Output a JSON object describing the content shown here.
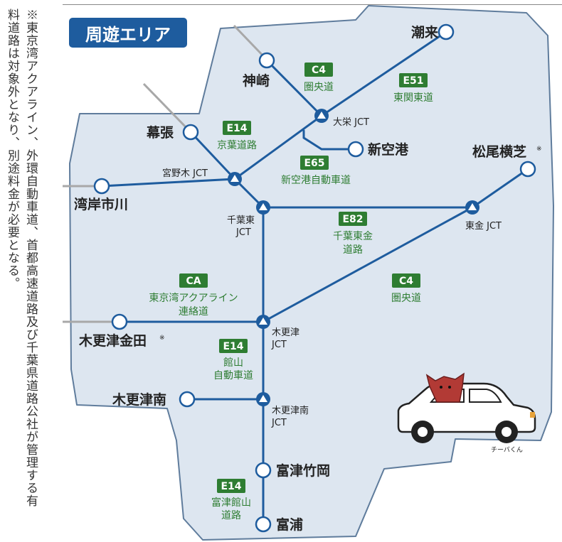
{
  "area_badge": "周遊エリア",
  "note": {
    "col1": "※東京湾アクアライン、外環自動車道、首都高速道路及び千葉県道路公社が管理する有",
    "col2": "料道路は対象外となり、別途料金が必要となる。"
  },
  "colors": {
    "area_fill": "#dde6f0",
    "area_border": "#5f7c9c",
    "road": "#1e5c9e",
    "route_badge": "#2e7d32",
    "route_text": "#2e7d32",
    "gray_line": "#a8a8a8",
    "badge_bg": "#1e5c9e"
  },
  "places": {
    "itako": "潮来",
    "kamisu": "神崎",
    "makuhari": "幕張",
    "shinkuko": "新空港",
    "matsuo": "松尾横芝",
    "matsuo_mark": "※",
    "wangan": "湾岸市川",
    "kisarazu_kaneda": "木更津金田",
    "kaneda_mark": "※",
    "kisarazu_minami": "木更津南",
    "futtsu_takeoka": "富津竹岡",
    "futtsu": "富浦"
  },
  "jcts": {
    "taiei": "大栄 JCT",
    "miyanogi": "宮野木 JCT",
    "chibahigashi_1": "千葉東",
    "chibahigashi_2": "JCT",
    "togane": "東金 JCT",
    "kisarazu_1": "木更津",
    "kisarazu_2": "JCT",
    "kisarazuminami_1": "木更津南",
    "kisarazuminami_2": "JCT"
  },
  "routes": {
    "c4_top": {
      "code": "C4",
      "name": "圏央道"
    },
    "e51": {
      "code": "E51",
      "name": "東関東道"
    },
    "e14_keiyo": {
      "code": "E14",
      "name": "京葉道路"
    },
    "e65": {
      "code": "E65",
      "name": "新空港自動車道"
    },
    "e82": {
      "code": "E82",
      "name1": "千葉東金",
      "name2": "道路"
    },
    "c4_bottom": {
      "code": "C4",
      "name": "圏央道"
    },
    "ca": {
      "code": "CA",
      "name1": "東京湾アクアライン",
      "name2": "連絡道"
    },
    "e14_tateyama": {
      "code": "E14",
      "name1": "館山",
      "name2": "自動車道"
    },
    "e14_futtsu": {
      "code": "E14",
      "name1": "富津館山",
      "name2": "道路"
    }
  },
  "mascot_caption": "チーバくん"
}
